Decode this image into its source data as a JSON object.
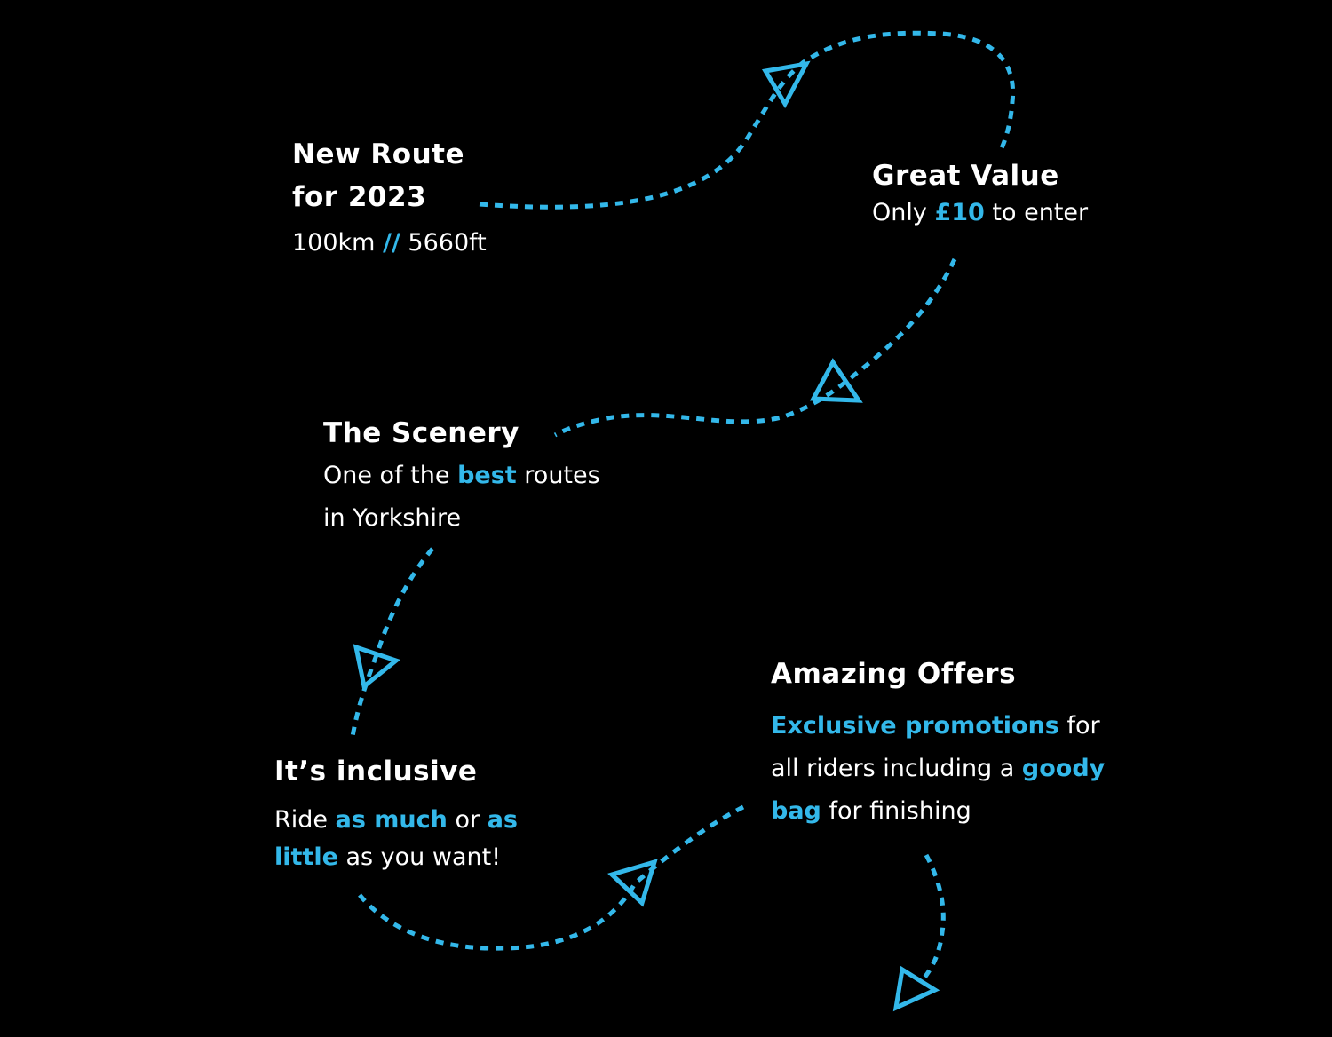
{
  "colors": {
    "background": "#000000",
    "text": "#ffffff",
    "accent": "#33b8ea"
  },
  "blocks": {
    "new_route": {
      "title_line1": "New Route",
      "title_line2": "for 2023",
      "distance": "100km",
      "separator": "//",
      "elevation": "5660ft"
    },
    "great_value": {
      "title": "Great Value",
      "text_before": "Only",
      "price": "£10",
      "text_after": "to enter"
    },
    "scenery": {
      "title": "The Scenery",
      "text_before": "One of the",
      "highlight": "best",
      "text_after": "routes",
      "line2": "in Yorkshire"
    },
    "inclusive": {
      "title": "It’s inclusive",
      "text1": "Ride",
      "highlight1": "as much",
      "text2": "or",
      "highlight2": "as",
      "highlight3": "little",
      "text3": "as you want!"
    },
    "offers": {
      "title": "Amazing Offers",
      "highlight1": "Exclusive promotions",
      "text1": "for",
      "text2": "all riders including a",
      "highlight2": "goody",
      "highlight3": "bag",
      "text3": "for finishing"
    }
  },
  "icons": [
    "triangle-arrow-icon"
  ]
}
